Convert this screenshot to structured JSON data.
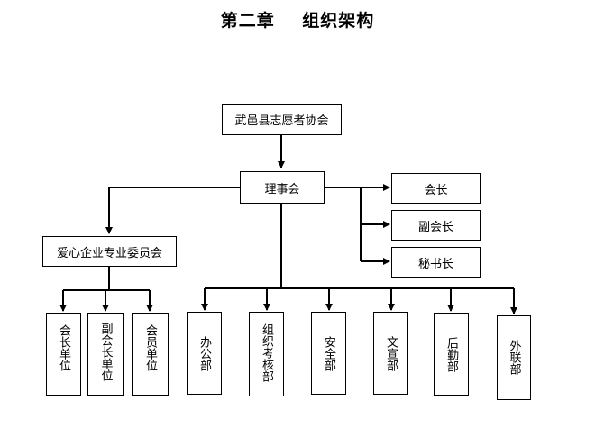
{
  "title": "第二章    组织架构",
  "nodes": {
    "association": "武邑县志愿者协会",
    "council": "理事会",
    "president": "会长",
    "vice_president": "副会长",
    "secretary_general": "秘书长",
    "enterprise_committee": "爱心企业专业委员会",
    "president_unit": "会长单位",
    "vice_president_unit": "副会长单位",
    "member_unit": "会员单位",
    "office": "办公部",
    "organization_assessment": "组织考核部",
    "safety": "安全部",
    "publicity": "文宣部",
    "logistics": "后勤部",
    "external_relations": "外联部"
  }
}
